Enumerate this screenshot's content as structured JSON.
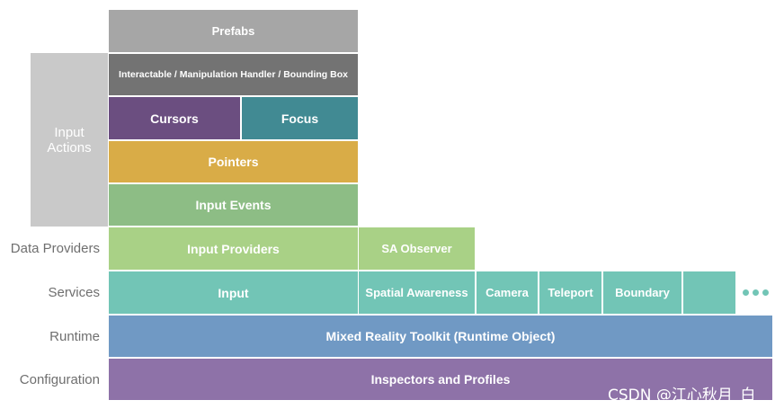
{
  "colors": {
    "prefabs": "#a6a6a6",
    "interactable": "#737373",
    "input_actions": "#c9c9c9",
    "cursors": "#6b4e80",
    "focus": "#418a93",
    "pointers": "#d9ac47",
    "input_events": "#8dbd85",
    "data_providers": "#a9d186",
    "services": "#72c5b6",
    "runtime": "#7099c4",
    "configuration": "#8e72a8",
    "row_label": "#6f6f6f",
    "ellipsis": "#72c5b6"
  },
  "row_labels": {
    "data_providers": "Data Providers",
    "services": "Services",
    "runtime": "Runtime",
    "configuration": "Configuration"
  },
  "input_actions": {
    "line1": "Input",
    "line2": "Actions"
  },
  "blocks": {
    "prefabs": "Prefabs",
    "interactable": "Interactable / Manipulation Handler / Bounding Box",
    "cursors": "Cursors",
    "focus": "Focus",
    "pointers": "Pointers",
    "input_events": "Input Events",
    "input_providers": "Input Providers",
    "sa_observer": "SA Observer",
    "input": "Input",
    "spatial_awareness": "Spatial Awareness",
    "camera": "Camera",
    "teleport": "Teleport",
    "boundary": "Boundary",
    "empty_service": "",
    "runtime": "Mixed Reality Toolkit (Runtime Object)",
    "configuration": "Inspectors and Profiles"
  },
  "watermark": "CSDN @江心秋月_白"
}
